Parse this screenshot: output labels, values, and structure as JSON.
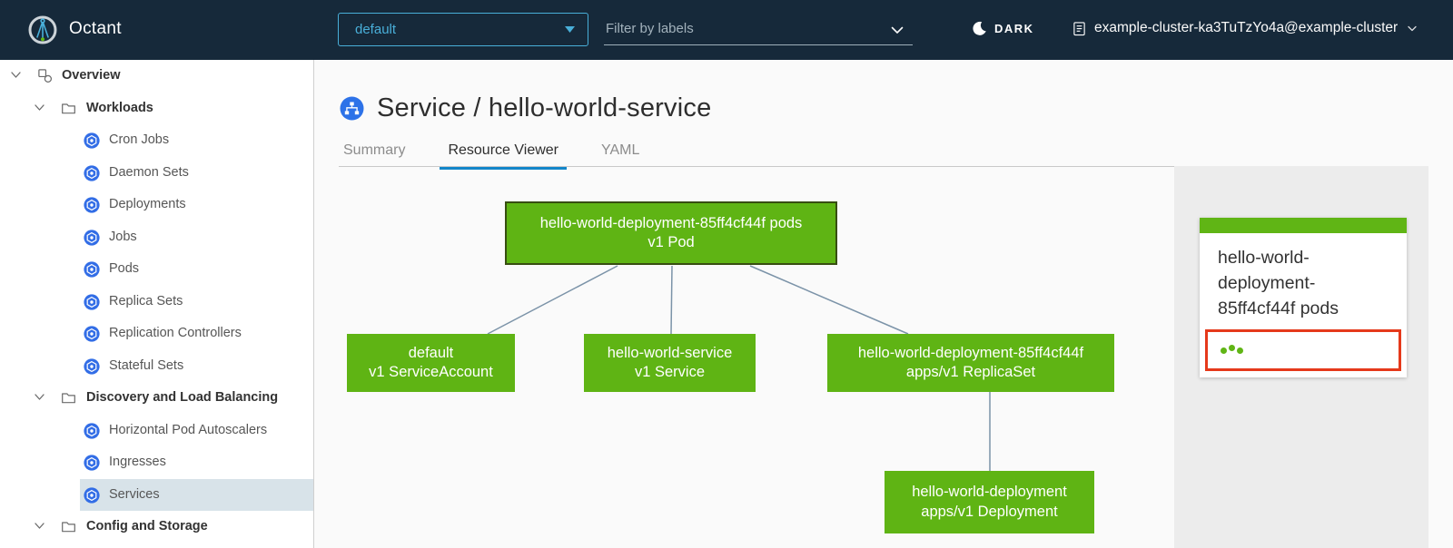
{
  "header": {
    "app_name": "Octant",
    "namespace_selector": {
      "value": "default"
    },
    "label_filter": {
      "placeholder": "Filter by labels"
    },
    "theme_toggle": {
      "label": "DARK"
    },
    "context_selector": {
      "label": "example-cluster-ka3TuTzYo4a@example-cluster"
    }
  },
  "sidebar": {
    "items": [
      {
        "label": "Overview",
        "level": 0,
        "kind": "group",
        "icon": "overview-icon"
      },
      {
        "label": "Workloads",
        "level": 1,
        "kind": "group",
        "icon": "folder-icon"
      },
      {
        "label": "Cron Jobs",
        "level": 2,
        "kind": "leaf",
        "icon": "cron-jobs-icon"
      },
      {
        "label": "Daemon Sets",
        "level": 2,
        "kind": "leaf",
        "icon": "daemon-sets-icon"
      },
      {
        "label": "Deployments",
        "level": 2,
        "kind": "leaf",
        "icon": "deployments-icon"
      },
      {
        "label": "Jobs",
        "level": 2,
        "kind": "leaf",
        "icon": "jobs-icon"
      },
      {
        "label": "Pods",
        "level": 2,
        "kind": "leaf",
        "icon": "pods-icon"
      },
      {
        "label": "Replica Sets",
        "level": 2,
        "kind": "leaf",
        "icon": "replica-sets-icon"
      },
      {
        "label": "Replication Controllers",
        "level": 2,
        "kind": "leaf",
        "icon": "replication-controllers-icon"
      },
      {
        "label": "Stateful Sets",
        "level": 2,
        "kind": "leaf",
        "icon": "stateful-sets-icon"
      },
      {
        "label": "Discovery and Load Balancing",
        "level": 1,
        "kind": "group",
        "icon": "folder-icon"
      },
      {
        "label": "Horizontal Pod Autoscalers",
        "level": 2,
        "kind": "leaf",
        "icon": "horizontal-pod-autoscalers-icon"
      },
      {
        "label": "Ingresses",
        "level": 2,
        "kind": "leaf",
        "icon": "ingresses-icon"
      },
      {
        "label": "Services",
        "level": 2,
        "kind": "leaf",
        "icon": "services-icon",
        "active": true
      },
      {
        "label": "Config and Storage",
        "level": 1,
        "kind": "group",
        "icon": "folder-icon"
      }
    ]
  },
  "main": {
    "page_title": "Service / hello-world-service",
    "tabs": [
      {
        "label": "Summary",
        "active": false
      },
      {
        "label": "Resource Viewer",
        "active": true
      },
      {
        "label": "YAML",
        "active": false
      }
    ]
  },
  "graph": {
    "nodes": [
      {
        "id": "pod",
        "name": "hello-world-deployment-85ff4cf44f pods",
        "subtitle": "v1 Pod",
        "selected": true
      },
      {
        "id": "serviceaccount",
        "name": "default",
        "subtitle": "v1 ServiceAccount",
        "selected": false
      },
      {
        "id": "service",
        "name": "hello-world-service",
        "subtitle": "v1 Service",
        "selected": false
      },
      {
        "id": "replicaset",
        "name": "hello-world-deployment-85ff4cf44f",
        "subtitle": "apps/v1 ReplicaSet",
        "selected": false
      },
      {
        "id": "deployment",
        "name": "hello-world-deployment",
        "subtitle": "apps/v1 Deployment",
        "selected": false
      }
    ]
  },
  "detail_panel": {
    "card": {
      "title": "hello-world-deployment-85ff4cf44f pods",
      "pods_ready": 3
    }
  },
  "colors": {
    "header_bg": "#16293a",
    "accent_blue": "#49afd9",
    "k8s_icon_blue": "#326de6",
    "node_green": "#5fb414",
    "card_bar_green": "#60b515",
    "highlight_red": "#e5391b",
    "active_tab_underline": "#1386c9",
    "edge_color": "#7b93a8",
    "active_item_bg": "#d8e3e9"
  }
}
